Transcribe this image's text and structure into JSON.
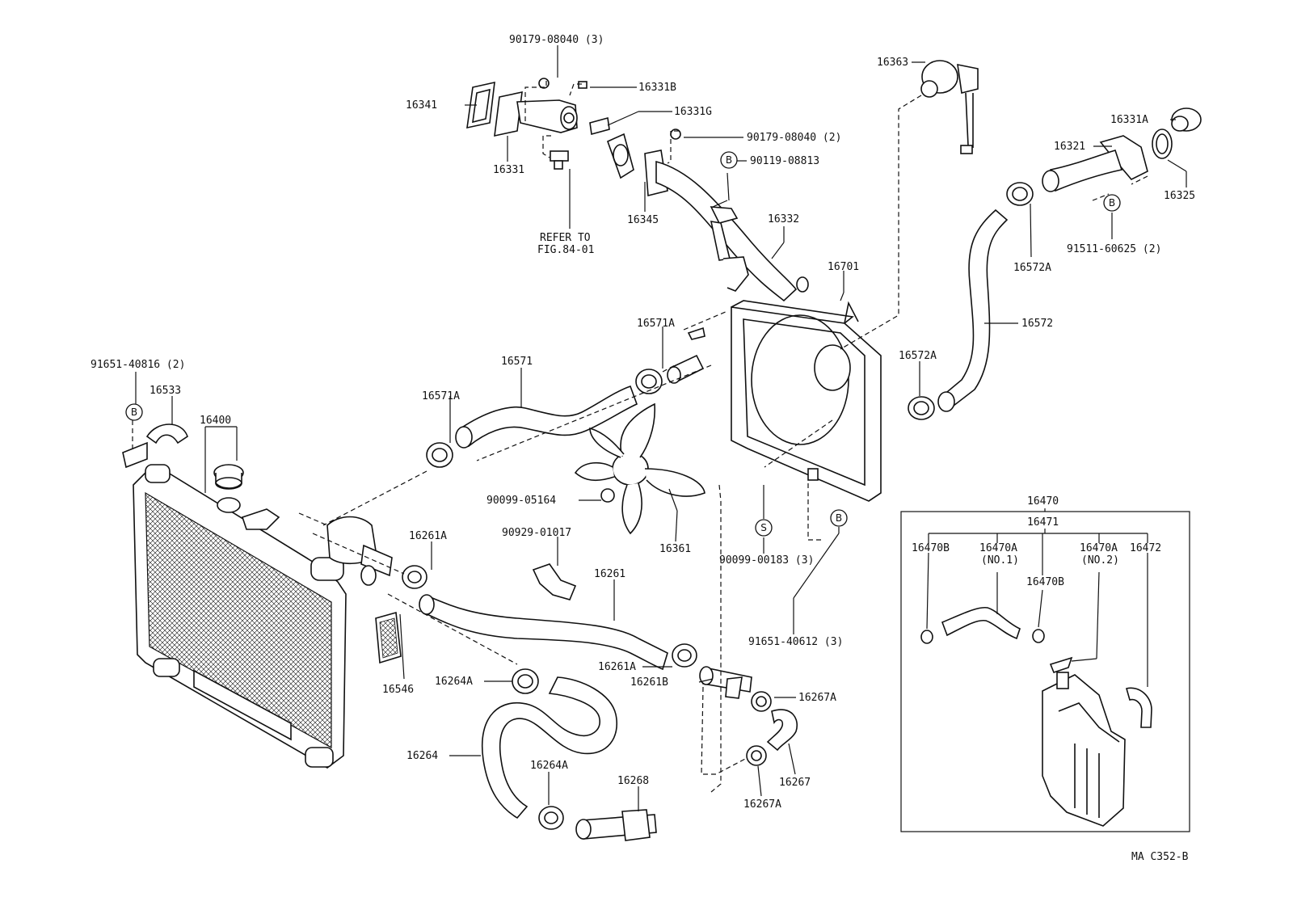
{
  "labels": {
    "p90179_08040_3": "90179-08040 (3)",
    "p16331B": "16331B",
    "p16341": "16341",
    "p16331G": "16331G",
    "p16331": "16331",
    "p90179_08040_2": "90179-08040 (2)",
    "p90119_08813": "90119-08813",
    "p16345": "16345",
    "refer_line1": "REFER TO",
    "refer_line2": "FIG.84-01",
    "p16332": "16332",
    "p16363": "16363",
    "p16331A": "16331A",
    "p16321": "16321",
    "p16325": "16325",
    "p91511_60625_2": "91511-60625 (2)",
    "p16572A_top": "16572A",
    "p16701": "16701",
    "p16572": "16572",
    "p16572A_mid": "16572A",
    "p16571A_top": "16571A",
    "p16571": "16571",
    "p16571A_left": "16571A",
    "p91651_40816_2": "91651-40816 (2)",
    "p16533": "16533",
    "p16400": "16400",
    "p90099_05164": "90099-05164",
    "p16361": "16361",
    "p90929_01017": "90929-01017",
    "p16261A_top": "16261A",
    "p16261": "16261",
    "p90099_00183_3": "90099-00183 (3)",
    "p91651_40612_3": "91651-40612 (3)",
    "p16546": "16546",
    "p16264A_mid": "16264A",
    "p16261A_mid": "16261A",
    "p16261B": "16261B",
    "p16267A_top": "16267A",
    "p16264": "16264",
    "p16264A_bot": "16264A",
    "p16268": "16268",
    "p16267": "16267",
    "p16267A_bot": "16267A",
    "p16470": "16470",
    "p16471": "16471",
    "p16470B_left": "16470B",
    "p16470A_no1": "16470A",
    "no1": "(NO.1)",
    "p16470B_right": "16470B",
    "p16470A_no2": "16470A",
    "no2": "(NO.2)",
    "p16472": "16472",
    "figure_code": "MA C352-B"
  },
  "markers": {
    "B": "B",
    "S": "S"
  }
}
